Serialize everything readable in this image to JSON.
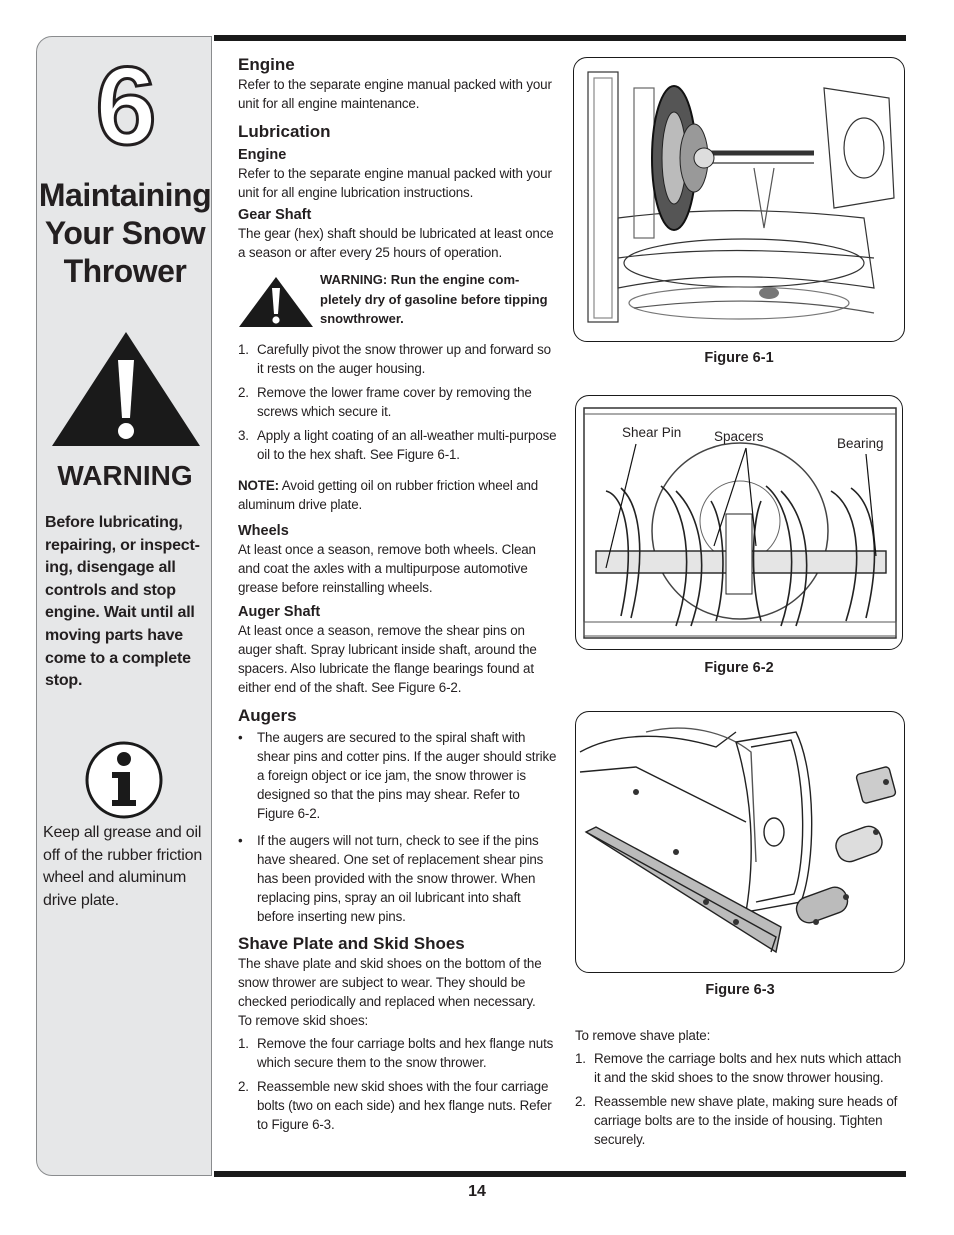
{
  "chapter": {
    "number": "6",
    "title_lines": [
      "Maintaining",
      "Your Snow",
      "Thrower"
    ]
  },
  "sidebar": {
    "warning_word": "WARNING",
    "warning_text": "Before lubricating, repairing, or inspect-ing, disengage all controls and stop engine. Wait until all moving parts have come to a complete stop.",
    "info_text": "Keep all grease and oil off of the rubber friction wheel and aluminum drive plate."
  },
  "engine": {
    "heading": "Engine",
    "text": "Refer to the separate engine manual packed with your unit for all engine maintenance."
  },
  "lubrication": {
    "heading": "Lubrication",
    "engine_sub": "Engine",
    "engine_text": "Refer to the separate engine manual packed with your unit for all engine lubrication instructions.",
    "gear_sub": "Gear Shaft",
    "gear_text": "The gear (hex) shaft should be lubricated at least once a season or after every 25 hours of operation.",
    "warning": "WARNING: Run the engine com-pletely dry of gasoline before tipping snowthrower.",
    "steps": [
      {
        "n": "1.",
        "text": "Carefully pivot the snow thrower up and forward so it rests on the auger housing."
      },
      {
        "n": "2.",
        "text": "Remove the lower frame cover by removing the screws which secure it."
      },
      {
        "n": "3.",
        "text": "Apply a light coating of an all-weather multi-purpose oil to the hex shaft. See Figure 6-1."
      }
    ],
    "note_label": "NOTE:",
    "note_text": " Avoid getting oil on rubber friction wheel and aluminum drive plate.",
    "wheels_sub": "Wheels",
    "wheels_text": "At least once a season, remove both wheels. Clean and coat the axles with a multipurpose automotive grease before reinstalling wheels.",
    "auger_sub": "Auger Shaft",
    "auger_text": "At least once a season, remove the shear pins on auger shaft. Spray lubricant inside shaft, around the spacers. Also lubricate the flange bearings found at either end of the shaft. See Figure 6-2."
  },
  "augers": {
    "heading": "Augers",
    "bullets": [
      "The augers are secured to the spiral shaft with shear pins and cotter pins. If the auger should strike a foreign object or ice jam, the snow thrower is designed so that the pins may shear. Refer to Figure 6-2.",
      "If the augers will not turn, check to see if the pins have sheared. One set of replacement shear pins has been provided with the snow thrower. When replacing pins, spray an oil lubricant into shaft before inserting new pins."
    ],
    "bullet_char": "•"
  },
  "shave": {
    "heading": "Shave Plate and Skid Shoes",
    "text": "The shave plate and skid shoes on the bottom of the snow thrower are subject to wear. They should be checked periodically and replaced when necessary.",
    "skid_intro": "To remove skid shoes:",
    "skid_steps": [
      {
        "n": "1.",
        "text": "Remove the four carriage bolts and hex flange nuts which secure them to the snow thrower."
      },
      {
        "n": "2.",
        "text": "Reassemble new skid shoes with the four carriage bolts (two on each side) and hex flange nuts. Refer to Figure 6-3."
      }
    ],
    "plate_intro": "To remove shave plate:",
    "plate_steps": [
      {
        "n": "1.",
        "text": "Remove the carriage bolts and hex nuts which attach it and the skid shoes to the snow thrower housing."
      },
      {
        "n": "2.",
        "text": "Reassemble new shave plate, making sure heads of carriage bolts are to the inside of housing. Tighten securely."
      }
    ]
  },
  "figures": {
    "fig1_caption": "Figure 6-1",
    "fig2_caption": "Figure 6-2",
    "fig3_caption": "Figure 6-3",
    "fig2_labels": {
      "shear_pin": "Shear Pin",
      "spacers": "Spacers",
      "bearing": "Bearing"
    }
  },
  "page_number": "14",
  "colors": {
    "sidebar_bg": "#e6e7e8",
    "ink": "#231f20"
  }
}
